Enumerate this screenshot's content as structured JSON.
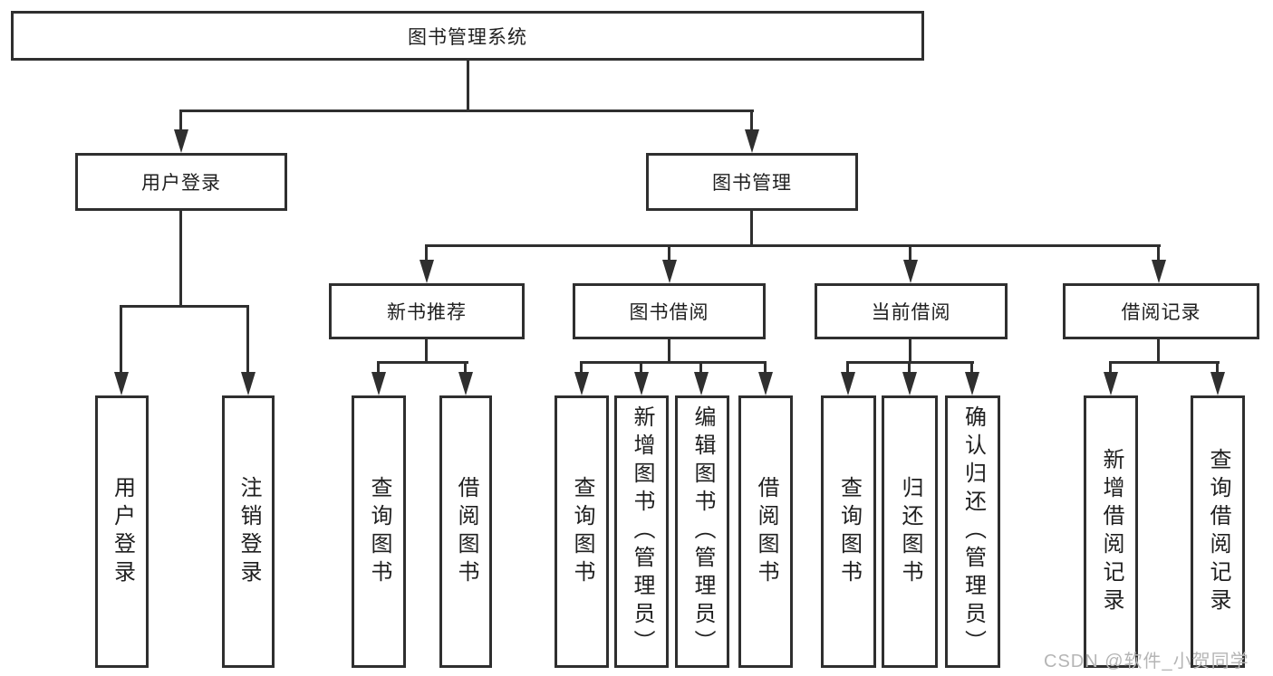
{
  "colors": {
    "line": "#2f2f2f",
    "text": "#1f1f1f",
    "watermark": "#b5b5b5",
    "background": "#ffffff"
  },
  "watermark": {
    "text": "CSDN @软件_小贺同学"
  },
  "tree": {
    "root": {
      "label": "图书管理系统"
    },
    "level2": [
      {
        "label": "用户登录"
      },
      {
        "label": "图书管理"
      }
    ],
    "level3": [
      {
        "label": "新书推荐",
        "parent": "图书管理"
      },
      {
        "label": "图书借阅",
        "parent": "图书管理"
      },
      {
        "label": "当前借阅",
        "parent": "图书管理"
      },
      {
        "label": "借阅记录",
        "parent": "图书管理"
      }
    ],
    "leaves": [
      {
        "label": "用户登录",
        "parent": "用户登录"
      },
      {
        "label": "注销登录",
        "parent": "用户登录"
      },
      {
        "label": "查询图书",
        "parent": "新书推荐"
      },
      {
        "label": "借阅图书",
        "parent": "新书推荐"
      },
      {
        "label": "查询图书",
        "parent": "图书借阅"
      },
      {
        "label": "新增图书（管理员）",
        "parent": "图书借阅"
      },
      {
        "label": "编辑图书（管理员）",
        "parent": "图书借阅"
      },
      {
        "label": "借阅图书",
        "parent": "图书借阅"
      },
      {
        "label": "查询图书",
        "parent": "当前借阅"
      },
      {
        "label": "归还图书",
        "parent": "当前借阅"
      },
      {
        "label": "确认归还（管理员）",
        "parent": "当前借阅"
      },
      {
        "label": "新增借阅记录",
        "parent": "借阅记录"
      },
      {
        "label": "查询借阅记录",
        "parent": "借阅记录"
      }
    ]
  }
}
